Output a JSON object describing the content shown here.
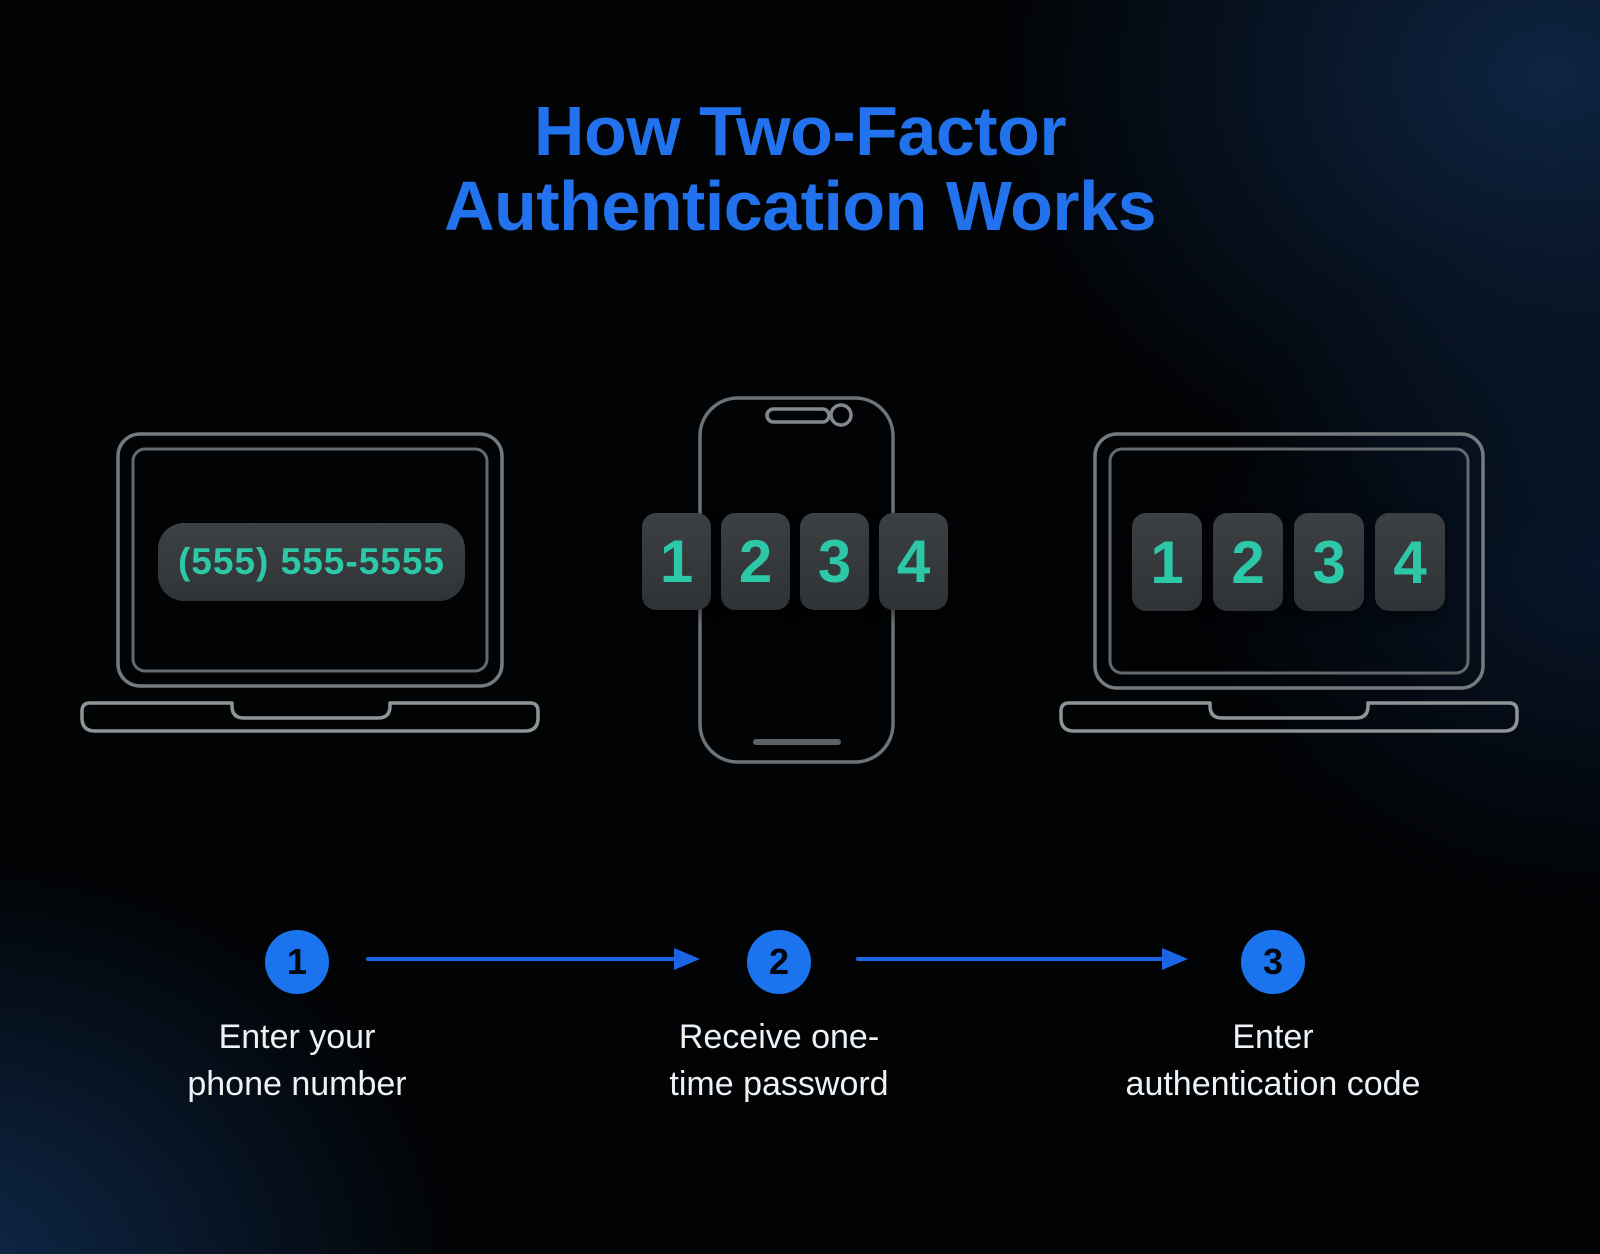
{
  "title": "How Two-Factor\nAuthentication Works",
  "laptop_left": {
    "phone_number": "(555) 555-5555"
  },
  "phone": {
    "otp_digits": [
      "1",
      "2",
      "3",
      "4"
    ]
  },
  "laptop_right": {
    "code_digits": [
      "1",
      "2",
      "3",
      "4"
    ]
  },
  "steps": [
    {
      "number": "1",
      "label": "Enter your\nphone number"
    },
    {
      "number": "2",
      "label": "Receive one-\ntime password"
    },
    {
      "number": "3",
      "label": "Enter\nauthentication code"
    }
  ],
  "colors": {
    "title_blue": "#2272ee",
    "step_blue": "#1b74ee",
    "arrow_blue": "#1b64e6",
    "code_teal": "#2cc8a8",
    "outline_gray": "#7b8084",
    "background": "#020305"
  }
}
